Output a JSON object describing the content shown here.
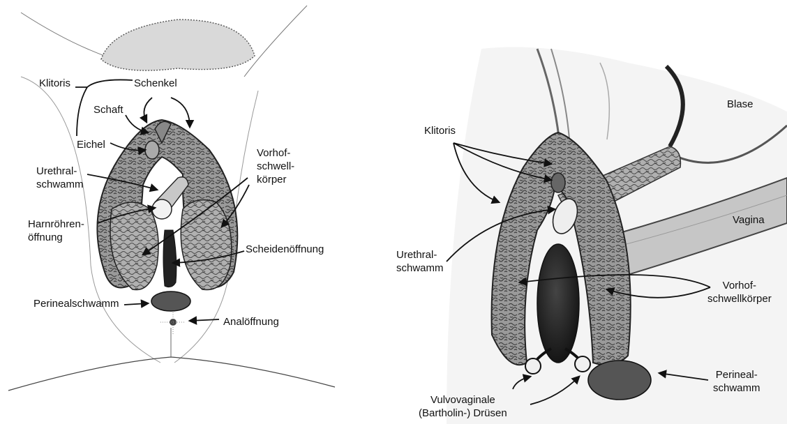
{
  "left_panel": {
    "labels": {
      "klitoris": "Klitoris",
      "schenkel": "Schenkel",
      "schaft": "Schaft",
      "eichel": "Eichel",
      "urethral": "Urethral-\nschwamm",
      "vorhof": "Vorhof-\nschwell-\nkörper",
      "harnroehren": "Harnröhren-\nöffnung",
      "scheiden": "Scheidenöffnung",
      "perineal": "Perinealschwamm",
      "anal": "Analöffnung"
    }
  },
  "right_panel": {
    "labels": {
      "blase": "Blase",
      "klitoris": "Klitoris",
      "vagina": "Vagina",
      "urethral": "Urethral-\nschwamm",
      "vorhof": "Vorhof-\nschwellkörper",
      "perineal": "Perineal-\nschwamm",
      "druesen": "Vulvovaginale\n(Bartholin-) Drüsen"
    }
  }
}
